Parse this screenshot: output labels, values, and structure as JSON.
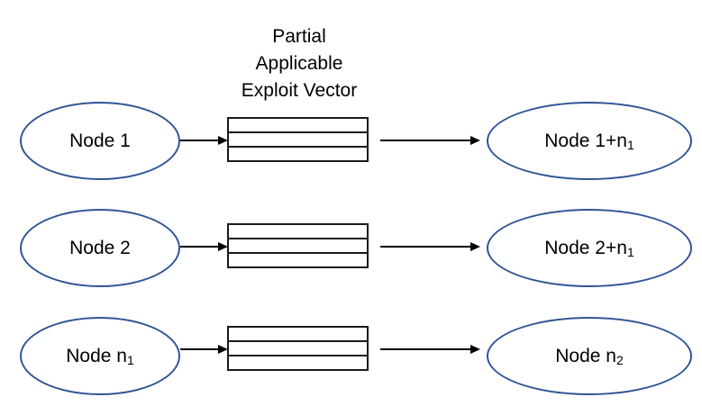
{
  "diagram": {
    "type": "flow-diagram",
    "title": "Partial\nApplicable\nExploit Vector",
    "colors": {
      "node_border": "#2F5496",
      "table_border": "#1a1a1a",
      "arrow": "#000000",
      "background": "#ffffff"
    },
    "vector_rows_per_table": 3,
    "rows": [
      {
        "source_label": "Node 1",
        "source_sub": "",
        "target_label": "Node 1+n",
        "target_sub": "1"
      },
      {
        "source_label": "Node 2",
        "source_sub": "",
        "target_label": "Node 2+n",
        "target_sub": "1"
      },
      {
        "source_label": "Node n",
        "source_sub": "1",
        "target_label": "Node n",
        "target_sub": "2"
      }
    ]
  }
}
